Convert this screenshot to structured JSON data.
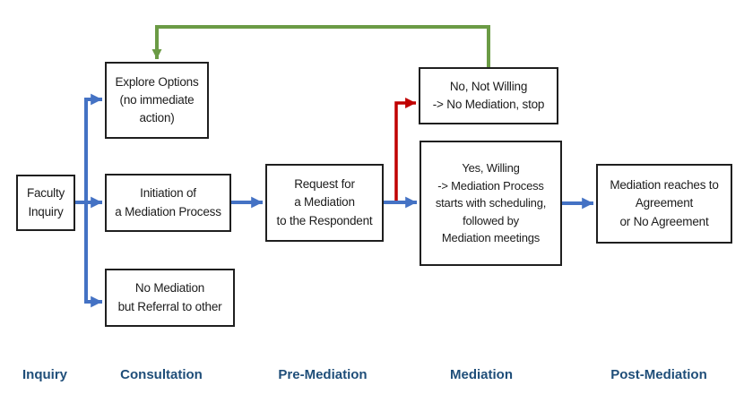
{
  "diagram": {
    "nodes": {
      "faculty_inquiry": "Faculty\nInquiry",
      "explore_options": "Explore Options\n(no immediate\naction)",
      "initiation": "Initiation of\na Mediation Process",
      "no_mediation_referral": "No Mediation\nbut Referral to other",
      "request": "Request for\na Mediation\nto the Respondent",
      "not_willing": "No, Not Willing\n-> No Mediation, stop",
      "willing": "Yes, Willing\n-> Mediation Process\nstarts with scheduling,\nfollowed by\nMediation meetings",
      "outcome": "Mediation reaches to\nAgreement\nor No Agreement"
    },
    "stages": {
      "inquiry": "Inquiry",
      "consultation": "Consultation",
      "pre_mediation": "Pre-Mediation",
      "mediation": "Mediation",
      "post_mediation": "Post-Mediation"
    },
    "colors": {
      "flow_blue": "#4472C4",
      "decision_red": "#C00000",
      "feedback_green": "#6B9B45",
      "stage_label_navy": "#1F4E79",
      "box_border": "#1f1f1f"
    }
  }
}
